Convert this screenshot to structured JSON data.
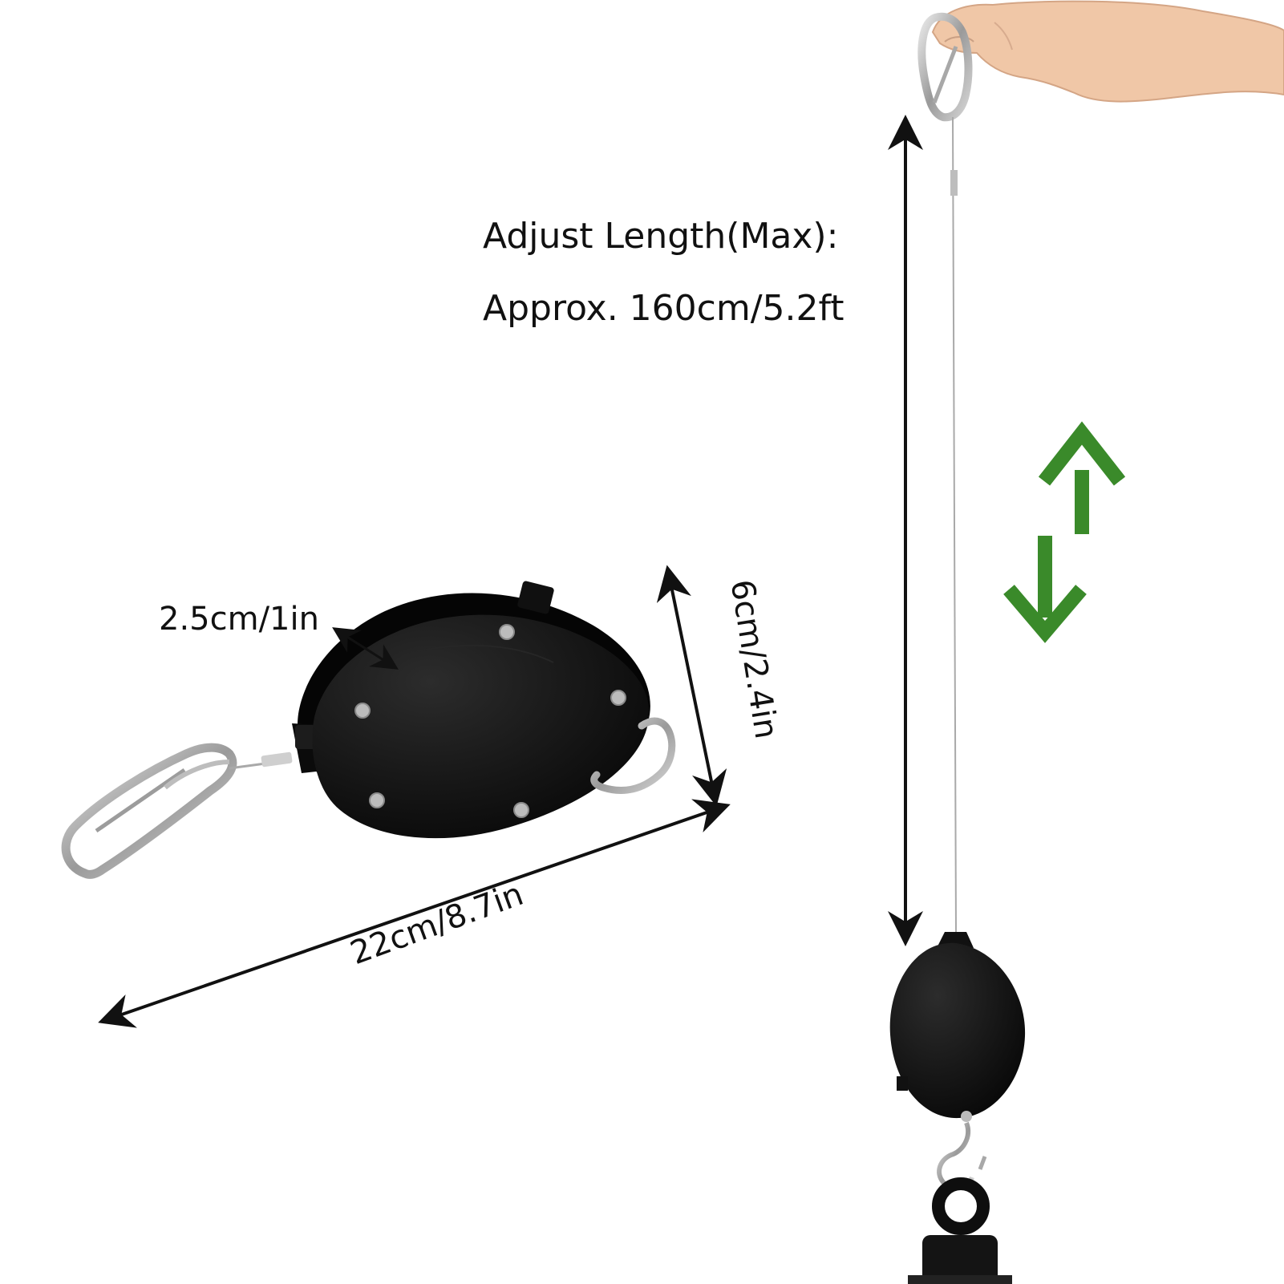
{
  "labels": {
    "adjust_length_line1": "Adjust Length(Max):",
    "adjust_length_line2": "Approx. 160cm/5.2ft",
    "thickness": "2.5cm/1in",
    "height": "6cm/2.4in",
    "length": "22cm/8.7in"
  },
  "colors": {
    "background": "#ffffff",
    "text": "#111111",
    "arrow_black": "#111111",
    "arrow_green": "#3a8a2a",
    "reel_body": "#141414",
    "metal": "#b8b8b8"
  },
  "icons": [
    "hand",
    "carabiner",
    "hook",
    "retractable-reel",
    "up-arrow",
    "down-arrow"
  ]
}
